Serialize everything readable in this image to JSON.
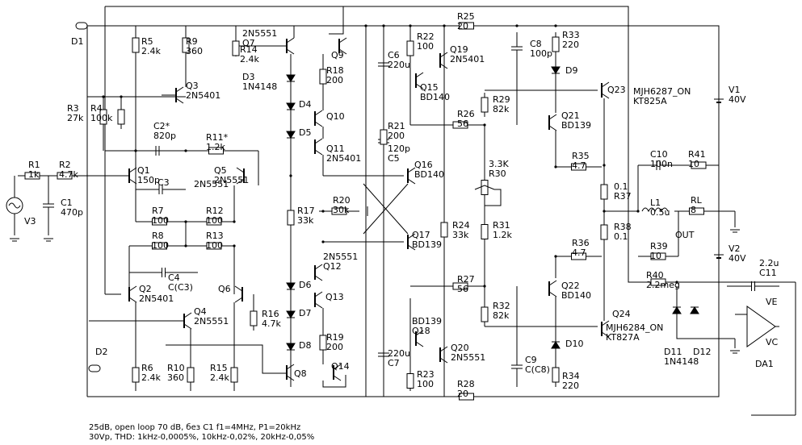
{
  "components": {
    "D1": "D1",
    "D2": "D2",
    "R1": [
      "R1",
      "1k"
    ],
    "R2": [
      "R2",
      "4.7k"
    ],
    "C1": [
      "C1",
      "470p"
    ],
    "V3": "V3",
    "R3": [
      "R3",
      "27k"
    ],
    "R4": [
      "R4",
      "100k"
    ],
    "R5": [
      "R5",
      "2.4k"
    ],
    "R9": [
      "R9",
      "360"
    ],
    "Q3": [
      "Q3",
      "2N5401"
    ],
    "C2": [
      "C2*",
      "820p"
    ],
    "R11": [
      "R11*",
      "1.2k"
    ],
    "Q1": [
      "Q1",
      "150p"
    ],
    "C3": "C3",
    "Q5": [
      "Q5",
      "2N5551"
    ],
    "R7": [
      "R7",
      "100"
    ],
    "R12": [
      "R12",
      "100"
    ],
    "R8": [
      "R8",
      "100"
    ],
    "R13": [
      "R13",
      "100"
    ],
    "C4": [
      "C4",
      "C(C3)"
    ],
    "Q2": [
      "Q2",
      "2N5401"
    ],
    "Q4": [
      "Q4",
      "2N5551"
    ],
    "Q6": "Q6",
    "R6": [
      "R6",
      "2.4k"
    ],
    "R10": [
      "R10",
      "360"
    ],
    "R15": [
      "R15",
      "2.4k"
    ],
    "R16": [
      "R16",
      "4.7k"
    ],
    "Q7": [
      "2N5551",
      "Q7"
    ],
    "R14": [
      "R14",
      "2.4k"
    ],
    "D3": [
      "D3",
      "1N4148"
    ],
    "Q9": "Q9",
    "R18": [
      "R18",
      "200"
    ],
    "D4": "D4",
    "D5": "D5",
    "Q10": "Q10",
    "Q11": [
      "Q11",
      "2N5401"
    ],
    "R17": [
      "R17",
      "33k"
    ],
    "R20": [
      "R20",
      "30k"
    ],
    "Q12": [
      "2N5551",
      "Q12"
    ],
    "Q13": "Q13",
    "D6": "D6",
    "D7": "D7",
    "D8": "D8",
    "R19": [
      "R19",
      "200"
    ],
    "Q8": "Q8",
    "Q14": "Q14",
    "C6": [
      "C6",
      "220u"
    ],
    "R22": [
      "R22",
      "100"
    ],
    "Q19": [
      "Q19",
      "2N5401"
    ],
    "Q15": [
      "Q15",
      "BD140"
    ],
    "R21": [
      "R21",
      "200"
    ],
    "C5": [
      "120p",
      "C5"
    ],
    "Q16": [
      "Q16",
      "BD140"
    ],
    "R26": [
      "R26",
      "56"
    ],
    "R24": [
      "R24",
      "33k"
    ],
    "Q17": [
      "Q17",
      "BD139"
    ],
    "R27": [
      "R27",
      "56"
    ],
    "Q18": [
      "BD139",
      "Q18"
    ],
    "Q20": [
      "Q20",
      "2N5551"
    ],
    "C7": [
      "220u",
      "C7"
    ],
    "R23": [
      "R23",
      "100"
    ],
    "R25": [
      "R25",
      "20"
    ],
    "R28": [
      "R28",
      "20"
    ],
    "C8": [
      "C8",
      "100p"
    ],
    "R33": [
      "R33",
      "220"
    ],
    "D9": "D9",
    "R29": [
      "R29",
      "82k"
    ],
    "Q21": [
      "Q21",
      "BD139"
    ],
    "R30": [
      "3.3K",
      "R30"
    ],
    "R35": [
      "R35",
      "4.7"
    ],
    "R31": [
      "R31",
      "1.2k"
    ],
    "R36": [
      "R36",
      "4.7"
    ],
    "Q22": [
      "Q22",
      "BD140"
    ],
    "R32": [
      "R32",
      "82k"
    ],
    "C9": [
      "C9",
      "C(C8)"
    ],
    "D10": "D10",
    "R34": [
      "R34",
      "220"
    ],
    "Q23": "Q23",
    "Q24": "Q24",
    "MJH6287": [
      "MJH6287_ON",
      "KT825A"
    ],
    "MJH6284": [
      "MJH6284_ON",
      "KT827A"
    ],
    "R37": [
      "0.1",
      "R37"
    ],
    "R38": [
      "R38",
      "0.1"
    ],
    "C10": [
      "C10",
      "100n"
    ],
    "R41": [
      "R41",
      "10"
    ],
    "L1": [
      "L1",
      "0.5u"
    ],
    "RL": [
      "RL",
      "8"
    ],
    "OUT": "OUT",
    "R39": [
      "R39",
      "10"
    ],
    "R40": [
      "R40",
      "2.2meg"
    ],
    "V1": [
      "V1",
      "40V"
    ],
    "V2": [
      "V2",
      "40V"
    ],
    "C11": [
      "2.2u",
      "C11"
    ],
    "VE": "VE",
    "VC": "VC",
    "D11": [
      "D11",
      "1N4148"
    ],
    "D12": "D12",
    "DA1": "DA1"
  },
  "notes": {
    "line1": "25dB, open loop 70 dB, без C1 f1=4MHz, P1=20kHz",
    "line2": "30Vp, THD: 1kHz-0,0005%, 10kHz-0,02%, 20kHz-0,05%"
  }
}
